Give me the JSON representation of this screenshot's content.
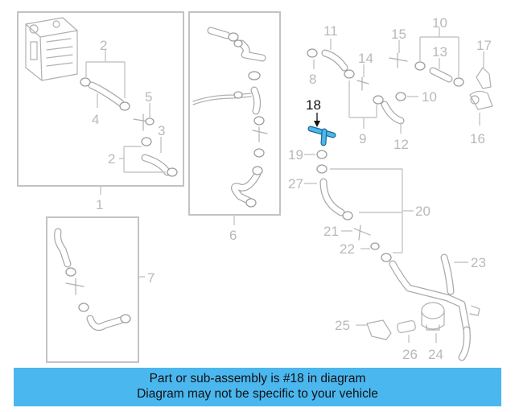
{
  "diagram": {
    "callouts": [
      "1",
      "2",
      "2",
      "3",
      "4",
      "5",
      "6",
      "7",
      "8",
      "9",
      "10",
      "10",
      "11",
      "12",
      "13",
      "14",
      "15",
      "16",
      "17",
      "18",
      "19",
      "20",
      "21",
      "22",
      "23",
      "24",
      "25",
      "26",
      "27"
    ],
    "highlighted_part": "18",
    "highlight_color": "#4bb7ef"
  },
  "banner": {
    "line1": "Part or sub-assembly is #18 in diagram",
    "line2": "Diagram may not be specific to your vehicle",
    "background": "#4bb7ef"
  }
}
